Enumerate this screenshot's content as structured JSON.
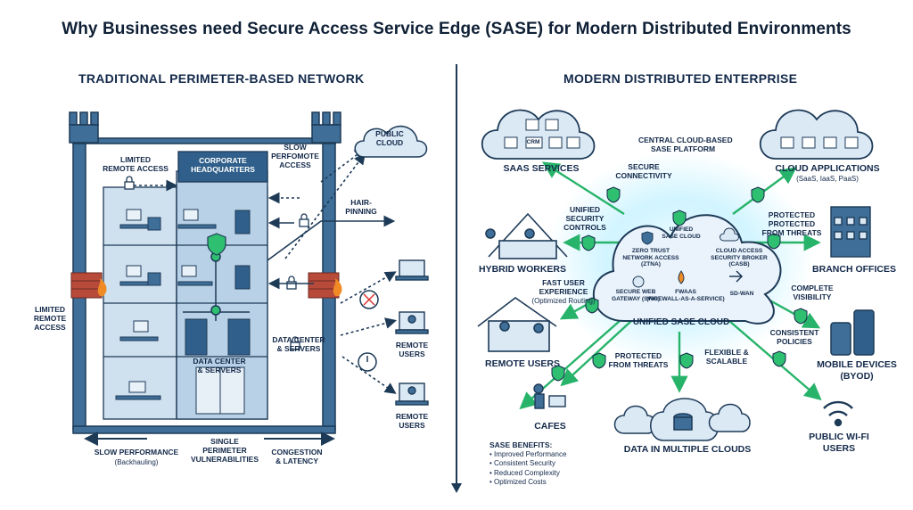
{
  "title": "Why Businesses need Secure Access Service Edge (SASE) for Modern Distributed Environments",
  "left": {
    "heading": "TRADITIONAL PERIMETER-BASED NETWORK",
    "building_label": "CORPORATE\nHEADQUARTERS",
    "public_cloud": "PUBLIC\nCLOUD",
    "labels": {
      "limited_remote_access_top": "LIMITED\nREMOTE ACCESS",
      "slow_remote_access": "SLOW\nPERFOMOTE\nACCESS",
      "hair_pinning": "HAIR-\nPINNING",
      "limited_remote_access_left": "LIMITED\nREMOTE\nACCESS",
      "data_center_inside": "DATA CENTER\n& SERVERS",
      "data_center_right": "DATA CENTER\n& SERVERS",
      "remote_users_1": "REMOTE\nUSERS",
      "remote_users_2": "REMOTE\nUSERS"
    },
    "bottom": {
      "slow_performance": "SLOW PERFORMANCE",
      "slow_performance_sub": "(Backhauling)",
      "single_perimeter": "SINGLE\nPERIMETER\nVULNERABILITIES",
      "congestion": "CONGESTION\n& LATENCY"
    }
  },
  "right": {
    "heading": "MODERN DISTRIBUTED ENTERPRISE",
    "central_platform": "CENTRAL CLOUD-BASED\nSASE PLATFORM",
    "core_title": "UNIFIED SASE CLOUD",
    "core_items": {
      "unified": "UNIFIED\nSASE CLOUD",
      "ztna": "ZERO TRUST\nNETWORK ACCESS\n(ZTNA)",
      "casb": "CLOUD ACCESS\nSECURITY BROKER\n(CASB)",
      "swg": "SECURE WEB\nGATEWAY (SWG)",
      "fwaas": "FWaaS\n(FIREWALL-AS-A-SERVICE)",
      "sdwan": "SD-WAN"
    },
    "nodes": {
      "saas": "SAAS SERVICES",
      "cloud_apps": "CLOUD APPLICATIONS",
      "cloud_apps_sub": "(SaaS, IaaS, PaaS)",
      "hybrid": "HYBRID WORKERS",
      "branch": "BRANCH OFFICES",
      "remote": "REMOTE USERS",
      "mobile": "MOBILE DEVICES\n(BYOD)",
      "cafes": "CAFES",
      "data_clouds": "DATA IN MULTIPLE CLOUDS",
      "wifi": "PUBLIC WI-FI\nUSERS"
    },
    "callouts": {
      "secure_connectivity": "SECURE\nCONNECTIVITY",
      "unified_controls": "UNIFIED\nSECURITY\nCONTROLS",
      "protected_threats_top": "PROTECTED\nPROTECTED\nFROM THREATS",
      "fast_ux": "FAST USER\nEXPERIENCE",
      "fast_ux_sub": "(Optimized Routing)",
      "complete_visibility": "COMPLETE\nVISIBILITY",
      "consistent_policies": "CONSISTENT\nPOLICIES",
      "protected_threats_bottom": "PROTECTED\nFROM THREATS",
      "flexible": "FLEXIBLE &\nSCALABLE"
    },
    "saas_icon_label": "CRM",
    "benefits_title": "SASE BENEFITS:",
    "benefits": [
      "• Improved Performance",
      "• Consistent Security",
      "• Reduced Complexity",
      "• Optimized Costs"
    ]
  },
  "colors": {
    "navy": "#1d3a57",
    "building": "#cfe0ef",
    "cloud": "#dbe9f5",
    "green": "#2fbf71",
    "glow": "#9fe7ff",
    "brick": "#b84a3a",
    "fire": "#f08a24"
  }
}
